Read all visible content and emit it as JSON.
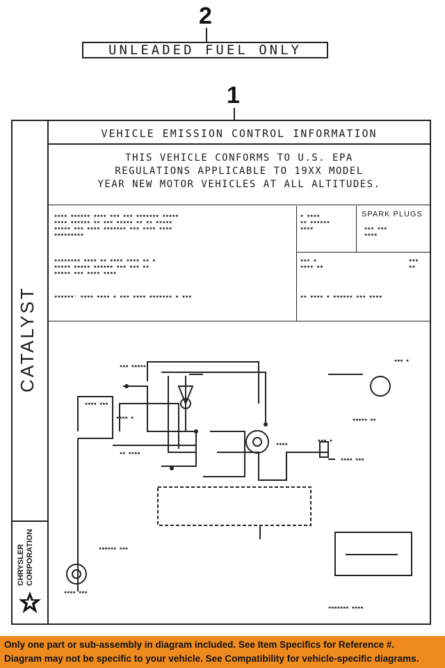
{
  "callouts": {
    "item_2": "2",
    "item_1": "1"
  },
  "unleaded_label": {
    "text": "UNLEADED FUEL ONLY"
  },
  "emission_label": {
    "side_text": "CATALYST",
    "maker_line1": "CHRYSLER",
    "maker_line2": "CORPORATION",
    "title": "VEHICLE EMISSION CONTROL INFORMATION",
    "conformance": [
      "THIS VEHICLE CONFORMS TO U.S. EPA",
      "REGULATIONS APPLICABLE TO 19XX MODEL",
      "YEAR NEW MOTOR VEHICLES AT ALL ALTITUDES."
    ],
    "spark_plugs_heading": "SPARK PLUGS"
  },
  "colors": {
    "banner_bg": "#ef8a1e",
    "ink": "#1a1a1a"
  },
  "banner": {
    "line1": "Only one part or sub-assembly in diagram included. See Item Specifics for Reference #.",
    "line2": "Diagram may not be specific to your vehicle. See Compatibility for vehicle-specific diagrams."
  }
}
